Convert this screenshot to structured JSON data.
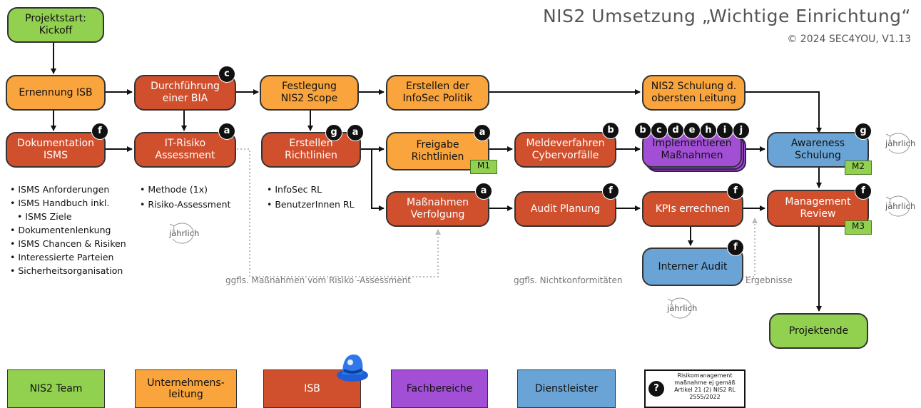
{
  "header": {
    "title": "NIS2 Umsetzung „Wichtige Einrichtung“",
    "subtitle": "© 2024 SEC4YOU, V1.13"
  },
  "colors": {
    "green": "#92d050",
    "orange": "#f9a43c",
    "red": "#d0502e",
    "purple": "#a24fd6",
    "blue": "#6aa3d5",
    "badge": "#111111",
    "dotted_arrow": "#bbbbbb"
  },
  "nodes": {
    "projektstart": "Projektstart:\nKickoff",
    "ernennung_isb": "Ernennung ISB",
    "bia": "Durchführung\neiner BIA",
    "scope": "Festlegung\nNIS2 Scope",
    "infosec_politik": "Erstellen der\nInfoSec Politik",
    "schulung_leitung": "NIS2 Schulung d.\nobersten Leitung",
    "doku_isms": "Dokumentation\nISMS",
    "it_risiko": "IT-Risiko\nAssessment",
    "richtlinien": "Erstellen\nRichtlinien",
    "freigabe": "Freigabe\nRichtlinien",
    "meldeverfahren": "Meldeverfahren\nCybervorfälle",
    "implementieren": "Implementieren\nMaßnahmen",
    "awareness": "Awareness\nSchulung",
    "massnahmen": "Maßnahmen\nVerfolgung",
    "audit_planung": "Audit Planung",
    "kpis": "KPIs errechnen",
    "mgmt_review": "Management\nReview",
    "interner_audit": "Interner Audit",
    "projektende": "Projektende"
  },
  "milestones": {
    "m1": "M1",
    "m2": "M2",
    "m3": "M3"
  },
  "badges": {
    "bia": "c",
    "doku_isms": "f",
    "it_risiko": "a",
    "richtlinien_1": "g",
    "richtlinien_2": "a",
    "freigabe": "a",
    "meldeverfahren": "b",
    "implementieren": [
      "b",
      "c",
      "d",
      "e",
      "h",
      "i",
      "j"
    ],
    "awareness": "g",
    "massnahmen": "a",
    "audit_planung": "f",
    "kpis": "f",
    "mgmt_review": "f",
    "interner_audit": "f"
  },
  "lists": {
    "isms": [
      "ISMS Anforderungen",
      "ISMS Handbuch inkl.",
      "ISMS Ziele",
      "Dokumentenlenkung",
      "ISMS Chancen & Risiken",
      "Interessierte Parteien",
      "Sicherheitsorganisation"
    ],
    "risiko": [
      "Methode (1x)",
      "Risiko-Assessment"
    ],
    "richtlinien": [
      "InfoSec RL",
      "BenutzerInnen RL"
    ]
  },
  "cycle_label": "jährlich",
  "notes": {
    "risiko_massnahmen": "ggfls. Maßnahmen vom Risiko -Assessment",
    "nichtkonformitaeten": "ggfls. Nichtkonformitäten",
    "ergebnisse": "Ergebnisse"
  },
  "legend": {
    "team": "NIS2 Team",
    "leitung": "Unternehmens-\nleitung",
    "isb": "ISB",
    "fach": "Fachbereiche",
    "dienst": "Dienstleister",
    "risk_box": "Risikomanagement\nmaßnahme ej gemäß\nArtikel 21 (2) NIS2 RL\n2555/2022",
    "risk_symbol": "?"
  }
}
